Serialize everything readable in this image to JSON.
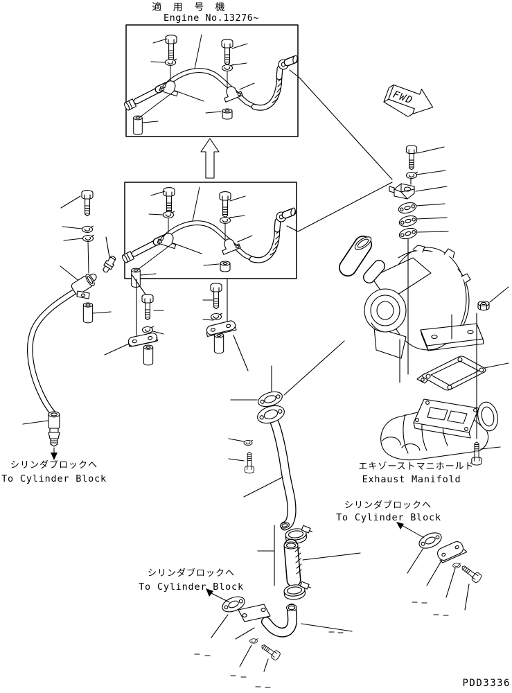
{
  "header": {
    "applicable_machine_jp": "適 用 号 機",
    "engine_no": "Engine No.13276~"
  },
  "fwd_label": "FWD",
  "labels": {
    "to_cylinder_block_left": {
      "jp": "シリンダブロックヘ",
      "en": "To Cylinder Block"
    },
    "to_cylinder_block_center": {
      "jp": "シリンダブロックヘ",
      "en": "To Cylinder Block"
    },
    "to_cylinder_block_right": {
      "jp": "シリンダブロックヘ",
      "en": "To Cylinder Block"
    },
    "exhaust_manifold": {
      "jp": "エキゾーストマニホールド",
      "en": "Exhaust Manifold"
    }
  },
  "drawing_code": "PDD3336",
  "line_color": "#000000",
  "background_color": "#ffffff"
}
